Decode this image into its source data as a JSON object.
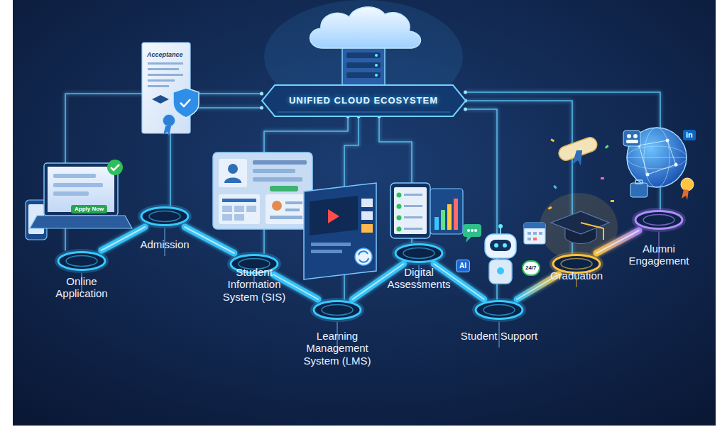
{
  "diagram": {
    "nodes": [
      {
        "text": [
          "UNIFIED CLOUD ECOSYSTEM"
        ]
      },
      {
        "text": [
          "Online Application"
        ]
      },
      {
        "text": [
          "Admission"
        ]
      },
      {
        "text": [
          "Student Information System (SIS)"
        ]
      },
      {
        "text": [
          "Learning Management System (LMS)"
        ]
      },
      {
        "text": [
          "Digital Assessments"
        ]
      },
      {
        "text": [
          "Student Support"
        ]
      },
      {
        "text": [
          "Graduation"
        ]
      },
      {
        "text": [
          "Alumni Engagement"
        ]
      }
    ],
    "edges": [
      {
        "from": 1,
        "to": 2,
        "arrow": "none"
      },
      {
        "from": 2,
        "to": 3,
        "arrow": "none"
      },
      {
        "from": 3,
        "to": 4,
        "arrow": "none"
      },
      {
        "from": 4,
        "to": 5,
        "arrow": "none"
      },
      {
        "from": 5,
        "to": 6,
        "arrow": "none"
      },
      {
        "from": 6,
        "to": 7,
        "arrow": "none"
      },
      {
        "from": 7,
        "to": 8,
        "arrow": "none"
      },
      {
        "from": 0,
        "to": 1,
        "arrow": "none"
      },
      {
        "from": 0,
        "to": 2,
        "arrow": "none"
      },
      {
        "from": 0,
        "to": 3,
        "arrow": "none"
      },
      {
        "from": 0,
        "to": 4,
        "arrow": "none"
      },
      {
        "from": 0,
        "to": 5,
        "arrow": "none"
      },
      {
        "from": 0,
        "to": 6,
        "arrow": "none"
      },
      {
        "from": 0,
        "to": 7,
        "arrow": "none"
      },
      {
        "from": 0,
        "to": 8,
        "arrow": "none"
      }
    ],
    "labels": [
      "Apply Now",
      "Acceptance",
      "AI",
      "24/7",
      "in"
    ]
  }
}
